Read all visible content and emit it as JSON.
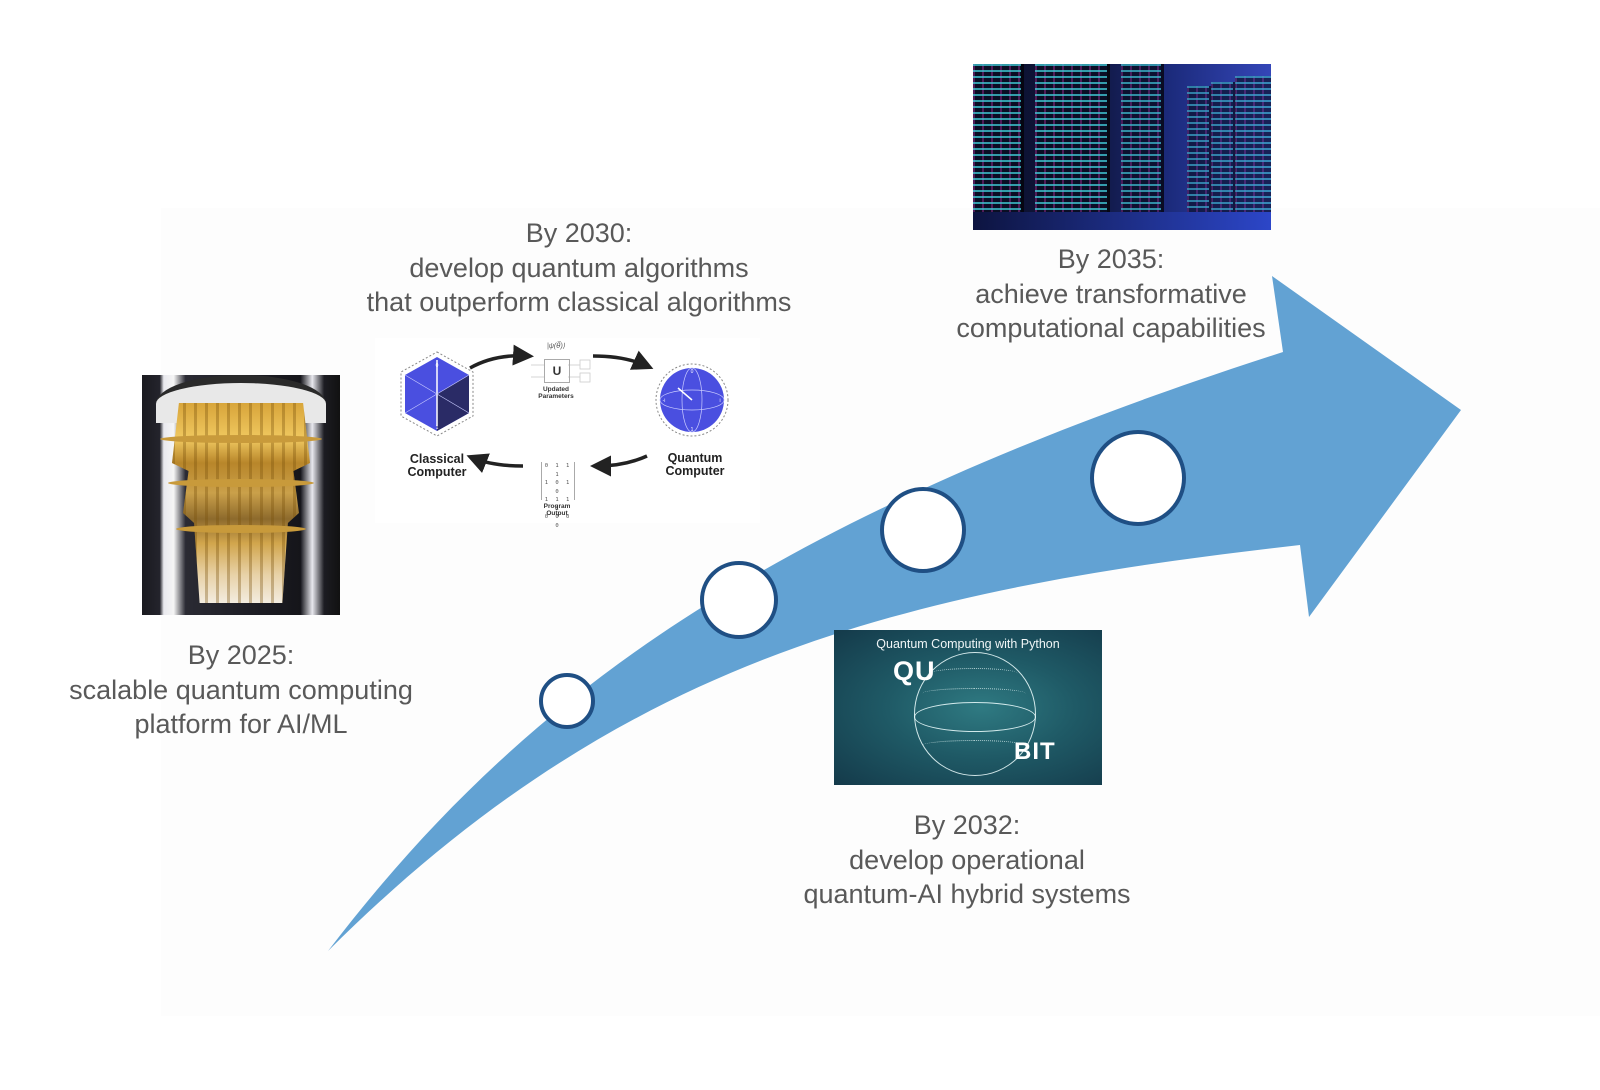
{
  "roadmap": {
    "arrow_color": "#62a2d3",
    "marker_stroke_color": "#1f4f84",
    "marker_fill_color": "#ffffff",
    "text_color": "#595959",
    "milestones": [
      {
        "year_label": "By 2025:",
        "lines": [
          "scalable quantum computing",
          "platform for AI/ML"
        ],
        "image": "dilution-refrigerator-photo"
      },
      {
        "year_label": "By 2030:",
        "lines": [
          "develop quantum algorithms",
          "that outperform classical algorithms"
        ],
        "image": "hybrid-loop-diagram"
      },
      {
        "year_label": "By 2032:",
        "lines": [
          "develop operational",
          "quantum-AI hybrid systems"
        ],
        "image": "qubit-illustration"
      },
      {
        "year_label": "By 2035:",
        "lines": [
          "achieve transformative",
          "computational capabilities"
        ],
        "image": "data-center-photo"
      }
    ]
  },
  "loop_diagram": {
    "classical_label": [
      "Classical",
      "Computer"
    ],
    "quantum_label": [
      "Quantum",
      "Computer"
    ],
    "updated_params_label": [
      "Updated",
      "Parameters"
    ],
    "program_output_label": [
      "Program",
      "Output"
    ],
    "gate_label": "U",
    "state_label": "|ψ(θ⃗)⟩",
    "matrix_rows": [
      "0 1 1 1",
      "1 0 1 0",
      "1 1 1 1",
      "0 0 0 0"
    ],
    "hex_labels": [
      "0",
      "1"
    ],
    "sphere_labels": [
      "0",
      "1",
      "-i",
      "i"
    ],
    "accent_color": "#4a4fe0"
  },
  "qubit_image": {
    "title": "Quantum Computing with Python",
    "word_top": "QU",
    "word_bottom": "BIT"
  }
}
